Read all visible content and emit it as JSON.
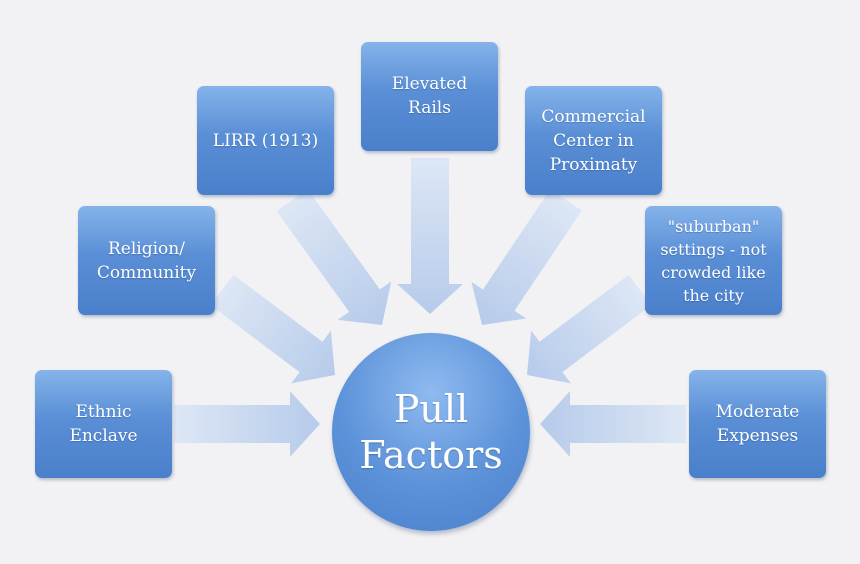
{
  "center": {
    "line1": "Pull",
    "line2": "Factors"
  },
  "factors": [
    {
      "id": "ethnic-enclave",
      "lines": [
        "Ethnic",
        "Enclave"
      ]
    },
    {
      "id": "religion-community",
      "lines": [
        "Religion/",
        "Community"
      ]
    },
    {
      "id": "lirr",
      "lines": [
        "LIRR (1913)"
      ]
    },
    {
      "id": "elevated-rails",
      "lines": [
        "Elevated",
        "Rails"
      ]
    },
    {
      "id": "commercial-center",
      "lines": [
        "Commercial",
        "Center in",
        "Proximaty"
      ]
    },
    {
      "id": "suburban-settings",
      "lines": [
        "\"suburban\"",
        "settings - not",
        "crowded like",
        "the city"
      ]
    },
    {
      "id": "moderate-expenses",
      "lines": [
        "Moderate",
        "Expenses"
      ]
    }
  ],
  "colors": {
    "box_top": "#85b3ea",
    "box_bottom": "#4a7fcb",
    "arrow": "#b9cdea",
    "background": "#f2f2f4"
  }
}
